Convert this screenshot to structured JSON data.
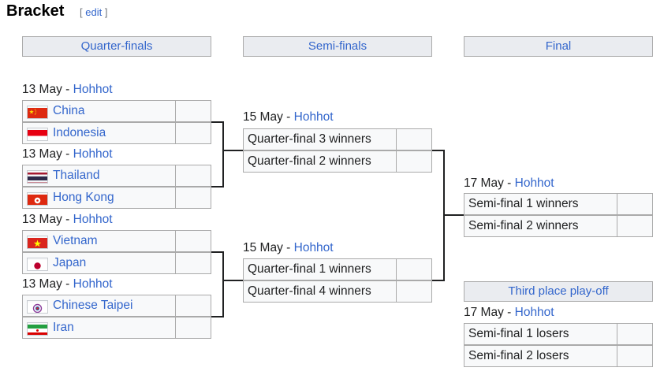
{
  "heading": "Bracket",
  "edit": {
    "open": "[",
    "label": "edit",
    "close": "]"
  },
  "rounds": [
    "Quarter-finals",
    "Semi-finals",
    "Final"
  ],
  "third_place_header": "Third place play-off",
  "date_sep": " - ",
  "dates": [
    {
      "day": "13 May",
      "city": "Hohhot"
    },
    {
      "day": "13 May",
      "city": "Hohhot"
    },
    {
      "day": "13 May",
      "city": "Hohhot"
    },
    {
      "day": "13 May",
      "city": "Hohhot"
    },
    {
      "day": "15 May",
      "city": "Hohhot"
    },
    {
      "day": "15 May",
      "city": "Hohhot"
    },
    {
      "day": "17 May",
      "city": "Hohhot"
    },
    {
      "day": "17 May",
      "city": "Hohhot"
    }
  ],
  "quarterfinals": [
    {
      "name": "China",
      "flag": "china-flag"
    },
    {
      "name": "Indonesia",
      "flag": "indonesia-flag"
    },
    {
      "name": "Thailand",
      "flag": "thailand-flag"
    },
    {
      "name": "Hong Kong",
      "flag": "hong-kong-flag"
    },
    {
      "name": "Vietnam",
      "flag": "vietnam-flag"
    },
    {
      "name": "Japan",
      "flag": "japan-flag"
    },
    {
      "name": "Chinese Taipei",
      "flag": "chinese-taipei-flag"
    },
    {
      "name": "Iran",
      "flag": "iran-flag"
    }
  ],
  "semifinals": [
    "Quarter-final 3 winners",
    "Quarter-final 2 winners",
    "Quarter-final 1 winners",
    "Quarter-final 4 winners"
  ],
  "final": [
    "Semi-final 1 winners",
    "Semi-final 2 winners"
  ],
  "third_place": [
    "Semi-final 1 losers",
    "Semi-final 2 losers"
  ],
  "colors": {
    "link": "#3366cc",
    "box_bg": "#f8f9fa",
    "header_bg": "#eaecf0",
    "border": "#aaaaaa",
    "connector": "#202122"
  }
}
